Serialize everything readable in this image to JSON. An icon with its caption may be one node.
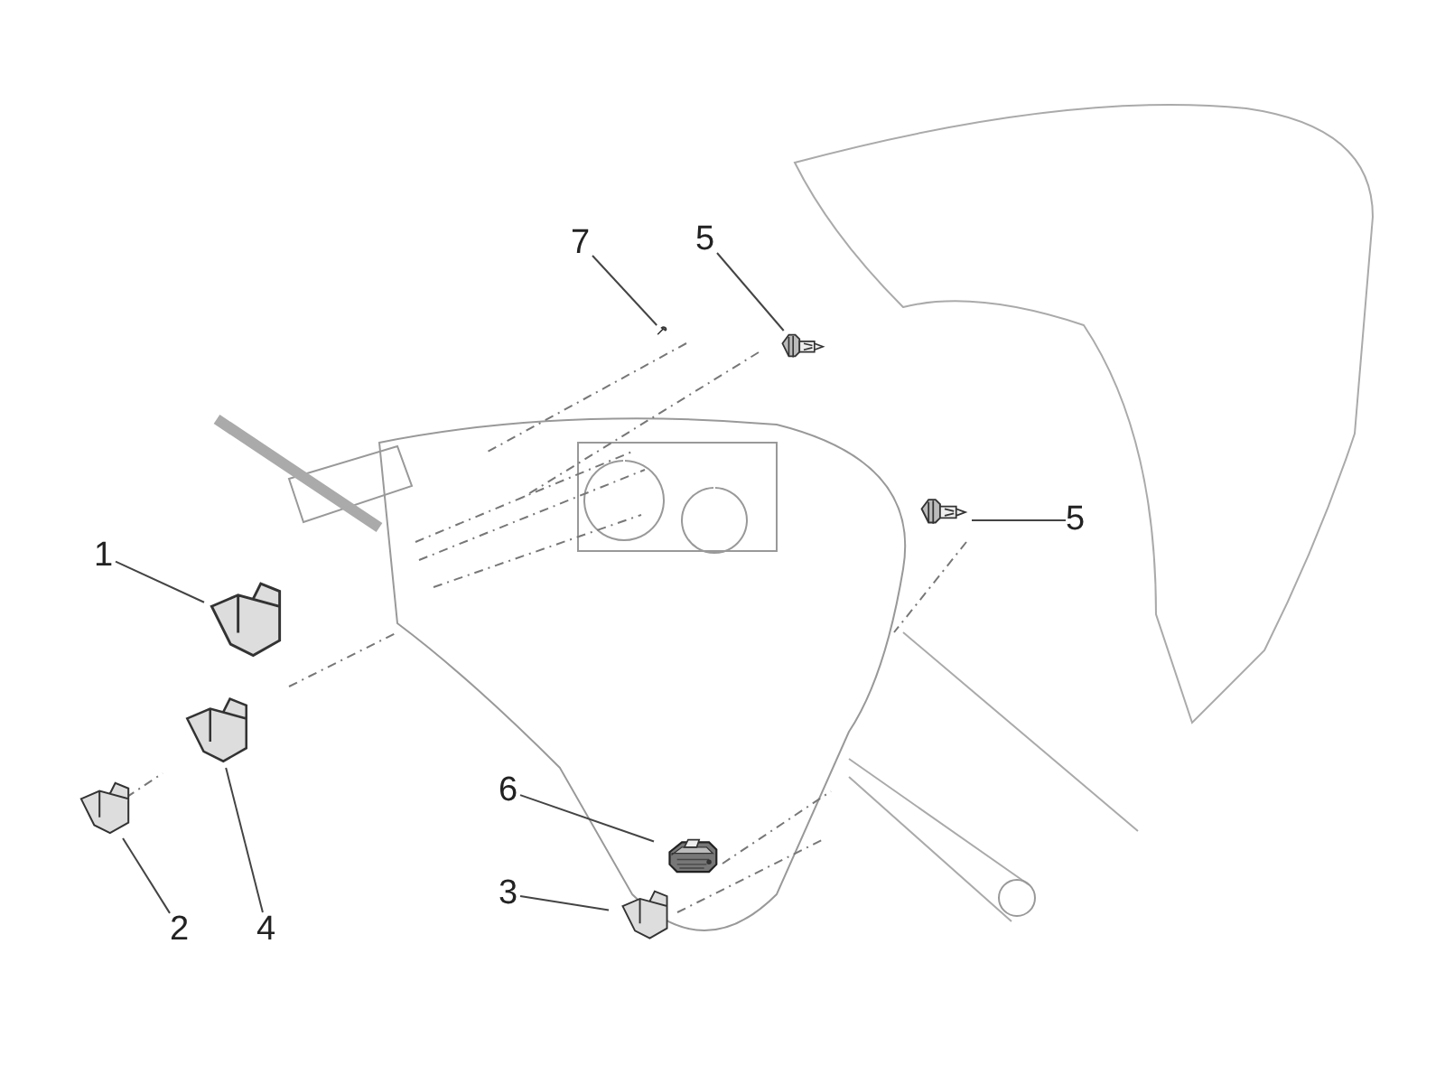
{
  "diagram": {
    "nodes": [
      {
        "text": [
          "7"
        ]
      },
      {
        "text": [
          "5"
        ]
      },
      {
        "text": [
          "1"
        ]
      },
      {
        "text": [
          "5"
        ]
      },
      {
        "text": [
          "6"
        ]
      },
      {
        "text": [
          "3"
        ]
      },
      {
        "text": [
          "2"
        ]
      },
      {
        "text": [
          "4"
        ]
      },
      {
        "text": [],
        "shape": "picture"
      },
      {
        "text": [],
        "shape": "picture"
      },
      {
        "text": [],
        "shape": "picture"
      },
      {
        "text": [],
        "shape": "picture"
      },
      {
        "text": [],
        "shape": "picture"
      },
      {
        "text": [],
        "shape": "picture"
      },
      {
        "text": [],
        "shape": "picture"
      },
      {
        "text": [],
        "shape": "picture"
      }
    ],
    "edges": [
      {
        "from": 0,
        "to": 8,
        "arrow": "none"
      },
      {
        "from": 1,
        "to": 9,
        "arrow": "none"
      },
      {
        "from": 2,
        "to": 10,
        "arrow": "none"
      },
      {
        "from": 3,
        "to": 11,
        "arrow": "none"
      },
      {
        "from": 4,
        "to": 12,
        "arrow": "none"
      },
      {
        "from": 5,
        "to": 13,
        "arrow": "none"
      },
      {
        "from": 6,
        "to": 14,
        "arrow": "none"
      },
      {
        "from": 7,
        "to": 15,
        "arrow": "none"
      }
    ]
  }
}
